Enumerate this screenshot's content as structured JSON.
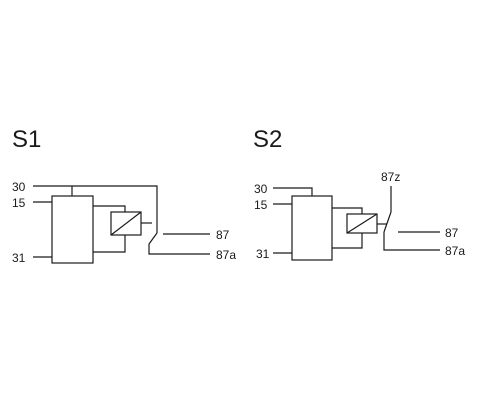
{
  "diagrams": [
    {
      "title": "S1",
      "pins": {
        "p30": "30",
        "p15": "15",
        "p31": "31",
        "p87": "87",
        "p87a": "87a"
      }
    },
    {
      "title": "S2",
      "pins": {
        "p30": "30",
        "p15": "15",
        "p31": "31",
        "p87z": "87z",
        "p87": "87",
        "p87a": "87a"
      }
    }
  ]
}
